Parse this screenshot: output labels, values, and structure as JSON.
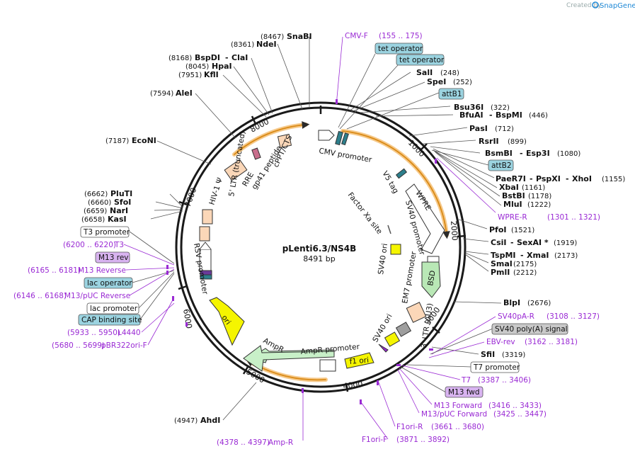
{
  "credit": {
    "prefix": "Created by",
    "brand": "SnapGene"
  },
  "plasmid": {
    "name": "pLenti6.3/NS4B",
    "length": "8491 bp"
  },
  "ruler": [
    "1000",
    "2000",
    "3000",
    "4000",
    "5000",
    "6000",
    "7000",
    "8000"
  ],
  "sites": [
    {
      "pos": "(8467)",
      "name": "SnaBI"
    },
    {
      "pos": "(8361)",
      "name": "NdeI"
    },
    {
      "pos": "(8168)",
      "name": "BspDI",
      "name2": "ClaI"
    },
    {
      "pos": "(8045)",
      "name": "HpaI"
    },
    {
      "pos": "(7951)",
      "name": "KflI"
    },
    {
      "pos": "(7594)",
      "name": "AleI"
    },
    {
      "pos": "(7187)",
      "name": "EcoNI"
    },
    {
      "pos": "(6662)",
      "name": "PluTI"
    },
    {
      "pos": "(6660)",
      "name": "SfoI"
    },
    {
      "pos": "(6659)",
      "name": "NarI"
    },
    {
      "pos": "(6658)",
      "name": "KasI"
    },
    {
      "pos": "(4947)",
      "name": "AhdI"
    },
    {
      "pos": "(248)",
      "name": "SalI"
    },
    {
      "pos": "(252)",
      "name": "SpeI"
    },
    {
      "pos": "(322)",
      "name": "Bsu36I"
    },
    {
      "pos": "(446)",
      "name": "BfuAI",
      "name2": "BspMI"
    },
    {
      "pos": "(712)",
      "name": "PasI"
    },
    {
      "pos": "(899)",
      "name": "RsrII"
    },
    {
      "pos": "(1080)",
      "name": "BsmBI",
      "name2": "Esp3I"
    },
    {
      "pos": "(1155)",
      "name": "PaeR7I",
      "name2": "PspXI",
      "name3": "XhoI"
    },
    {
      "pos": "(1161)",
      "name": "XbaI"
    },
    {
      "pos": "(1178)",
      "name": "BstBI"
    },
    {
      "pos": "(1222)",
      "name": "MluI"
    },
    {
      "pos": "(1521)",
      "name": "PfoI"
    },
    {
      "pos": "(1919)",
      "name": "CsiI",
      "name2": "SexAI *"
    },
    {
      "pos": "(2173)",
      "name": "TspMI",
      "name2": "XmaI"
    },
    {
      "pos": "(2175)",
      "name": "SmaI"
    },
    {
      "pos": "(2212)",
      "name": "PmlI"
    },
    {
      "pos": "(2676)",
      "name": "BlpI"
    },
    {
      "pos": "(3319)",
      "name": "SfiI"
    }
  ],
  "primers": [
    {
      "name": "CMV-F",
      "pos": "(155 .. 175)"
    },
    {
      "name": "WPRE-R",
      "pos": "(1301 .. 1321)"
    },
    {
      "name": "SV40pA-R",
      "pos": "(3108 .. 3127)"
    },
    {
      "name": "EBV-rev",
      "pos": "(3162 .. 3181)"
    },
    {
      "name": "T7",
      "pos": "(3387 .. 3406)"
    },
    {
      "name": "M13 Forward",
      "pos": "(3416 .. 3433)"
    },
    {
      "name": "M13/pUC Forward",
      "pos": "(3425 .. 3447)"
    },
    {
      "name": "F1ori-R",
      "pos": "(3661 .. 3680)"
    },
    {
      "name": "F1ori-F",
      "pos": "(3871 .. 3892)"
    },
    {
      "name": "Amp-R",
      "pos": "(4378 .. 4397)"
    },
    {
      "name": "pBR322ori-F",
      "pos": "(5680 .. 5699)"
    },
    {
      "name": "L4440",
      "pos": "(5933 .. 5950)"
    },
    {
      "name": "M13/pUC Reverse",
      "pos": "(6146 .. 6168)"
    },
    {
      "name": "M13 Reverse",
      "pos": "(6165 .. 6181)"
    },
    {
      "name": "T3",
      "pos": "(6200 .. 6220)"
    }
  ],
  "boxes": {
    "tet1": "tet operator",
    "tet2": "tet operator",
    "attB1": "attB1",
    "attB2": "attB2",
    "sv40polyA": "SV40 poly(A) signal",
    "t7prom": "T7 promoter",
    "m13fwd": "M13 fwd",
    "t3prom": "T3 promoter",
    "m13rev": "M13 rev",
    "lacop": "lac operator",
    "lacprom": "lac promoter",
    "cap": "CAP binding site"
  },
  "features": {
    "cmv": "CMV promoter",
    "v5": "V5 tag",
    "wpre": "WPRE",
    "sv40prom": "SV40 promoter",
    "em7": "EM7 promoter",
    "bsd": "BSD",
    "ltr3": "3' LTR (ΔU3)",
    "sv40ori1": "SV40 ori",
    "sv40ori2": "SV40 ori",
    "f1": "f1 ori",
    "ampprom": "AmpR promoter",
    "ampr": "AmpR",
    "ori": "ori",
    "rsv": "RSV promoter",
    "ltr5": "5' LTR (truncated)",
    "psi": "HIV-1 Ψ",
    "rre": "RRE",
    "gp41": "gp41 peptide",
    "cppt": "cPPT/CTS",
    "xa": "Factor Xa site"
  },
  "colors": {
    "backbone": "#1a1a1a",
    "primer": "#9a2ad4",
    "enzyme": "#111111",
    "orange_arc": "#f0a23a",
    "bsd_green": "#b9e8b6",
    "ampr_green": "#c8f0c8",
    "yellow": "#f5f500",
    "peach": "#fbd7b8",
    "operator_box": "#9bd3e0",
    "m13_box": "#d8b3f0",
    "grey_box": "#c9c9c9"
  }
}
